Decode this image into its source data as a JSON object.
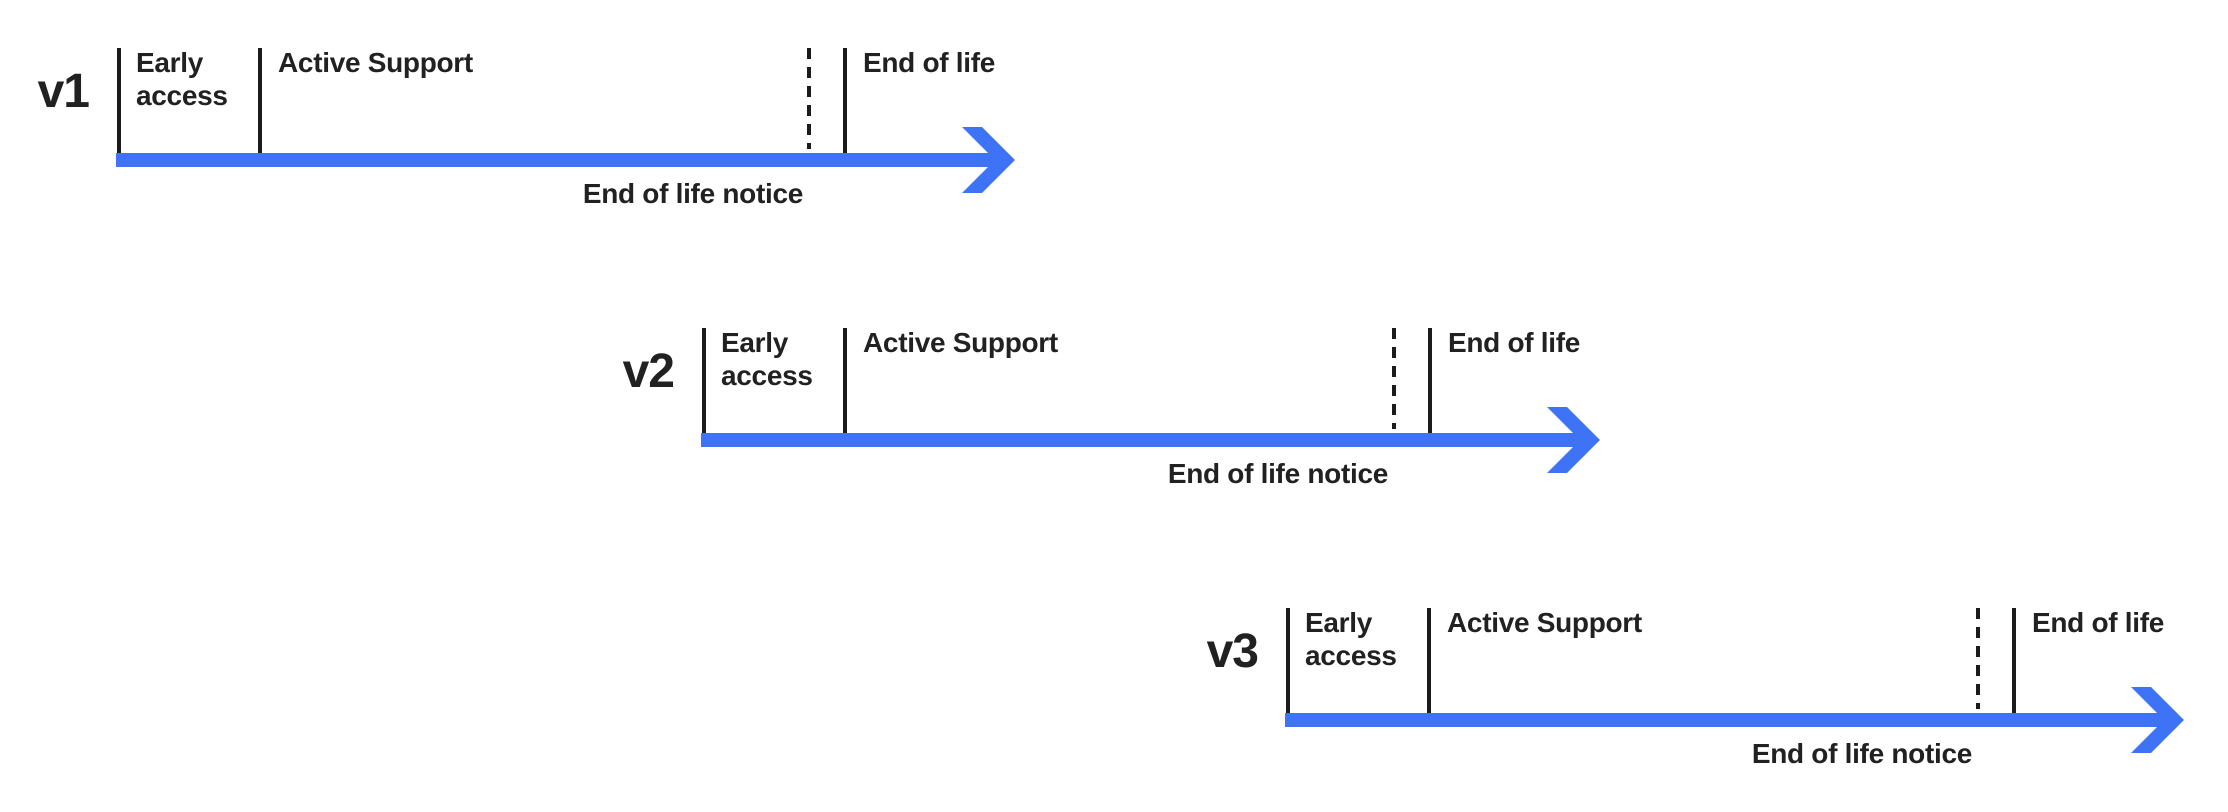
{
  "diagram": {
    "type": "version-lifecycle-timelines",
    "colors": {
      "arrow": "#3E73F6",
      "line": "#1b1b1b",
      "text": "#212121",
      "background": "#ffffff"
    },
    "icons": {
      "arrow_head": "arrow-right-icon"
    }
  },
  "timelines": [
    {
      "version": "v1",
      "early_access": "Early access",
      "active_support": "Active Support",
      "end_of_life": "End of life",
      "end_of_life_notice": "End of life notice"
    },
    {
      "version": "v2",
      "early_access": "Early access",
      "active_support": "Active Support",
      "end_of_life": "End of life",
      "end_of_life_notice": "End of life notice"
    },
    {
      "version": "v3",
      "early_access": "Early access",
      "active_support": "Active Support",
      "end_of_life": "End of life",
      "end_of_life_notice": "End of life notice"
    }
  ]
}
